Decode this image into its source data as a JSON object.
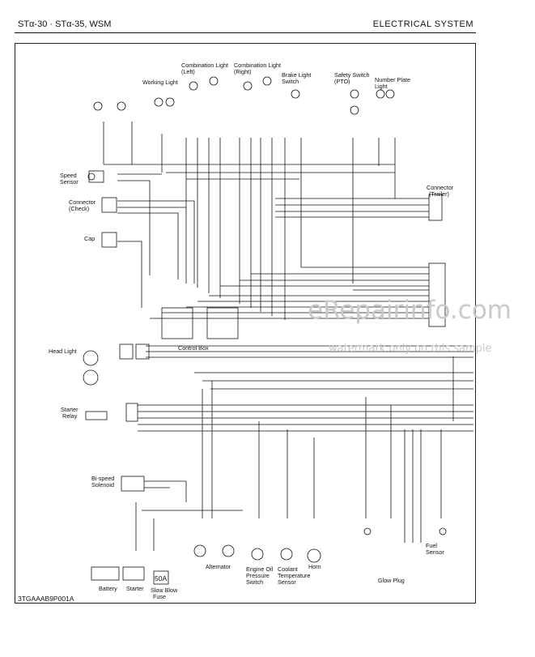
{
  "header": {
    "left": "STα-30 · STα-35, WSM",
    "right": "ELECTRICAL SYSTEM"
  },
  "labels": {
    "working_light": "Working Light",
    "combination_left_1": "Combination Light",
    "combination_left_2": "(Left)",
    "combination_right_1": "Combination Light",
    "combination_right_2": "(Right)",
    "brake_1": "Brake Light",
    "brake_2": "Switch",
    "safety_1": "Safety Switch",
    "safety_2": "(PTO)",
    "number_1": "Number Plate",
    "number_2": "Light",
    "speed_1": "Speed",
    "speed_2": "Sensor",
    "connector_check_1": "Connector",
    "connector_check_2": "(Check)",
    "cap": "Cap",
    "connector_trailer_1": "Connector",
    "connector_trailer_2": "(Trailer)",
    "control_box": "Control Box",
    "head_light": "Head Light",
    "starter_relay_1": "Starter",
    "starter_relay_2": "Relay",
    "bispeed_1": "Bi-speed",
    "bispeed_2": "Solenoid",
    "battery": "Battery",
    "starter": "Starter",
    "slow_blow_1": "Slow Blow",
    "slow_blow_2": "Fuse",
    "fuse_rating": "50A",
    "alternator": "Alternator",
    "oil_1": "Engine Oil",
    "oil_2": "Pressure",
    "oil_3": "Switch",
    "coolant_1": "Coolant",
    "coolant_2": "Temperature",
    "coolant_3": "Sensor",
    "horn": "Horn",
    "glow_plug": "Glow Plug",
    "fuel_1": "Fuel",
    "fuel_2": "Sensor"
  },
  "watermark": {
    "main": "eRepairinfo.com",
    "sub": "watermark only on this sample"
  },
  "figure_code": "3TGAAAB9P001A"
}
